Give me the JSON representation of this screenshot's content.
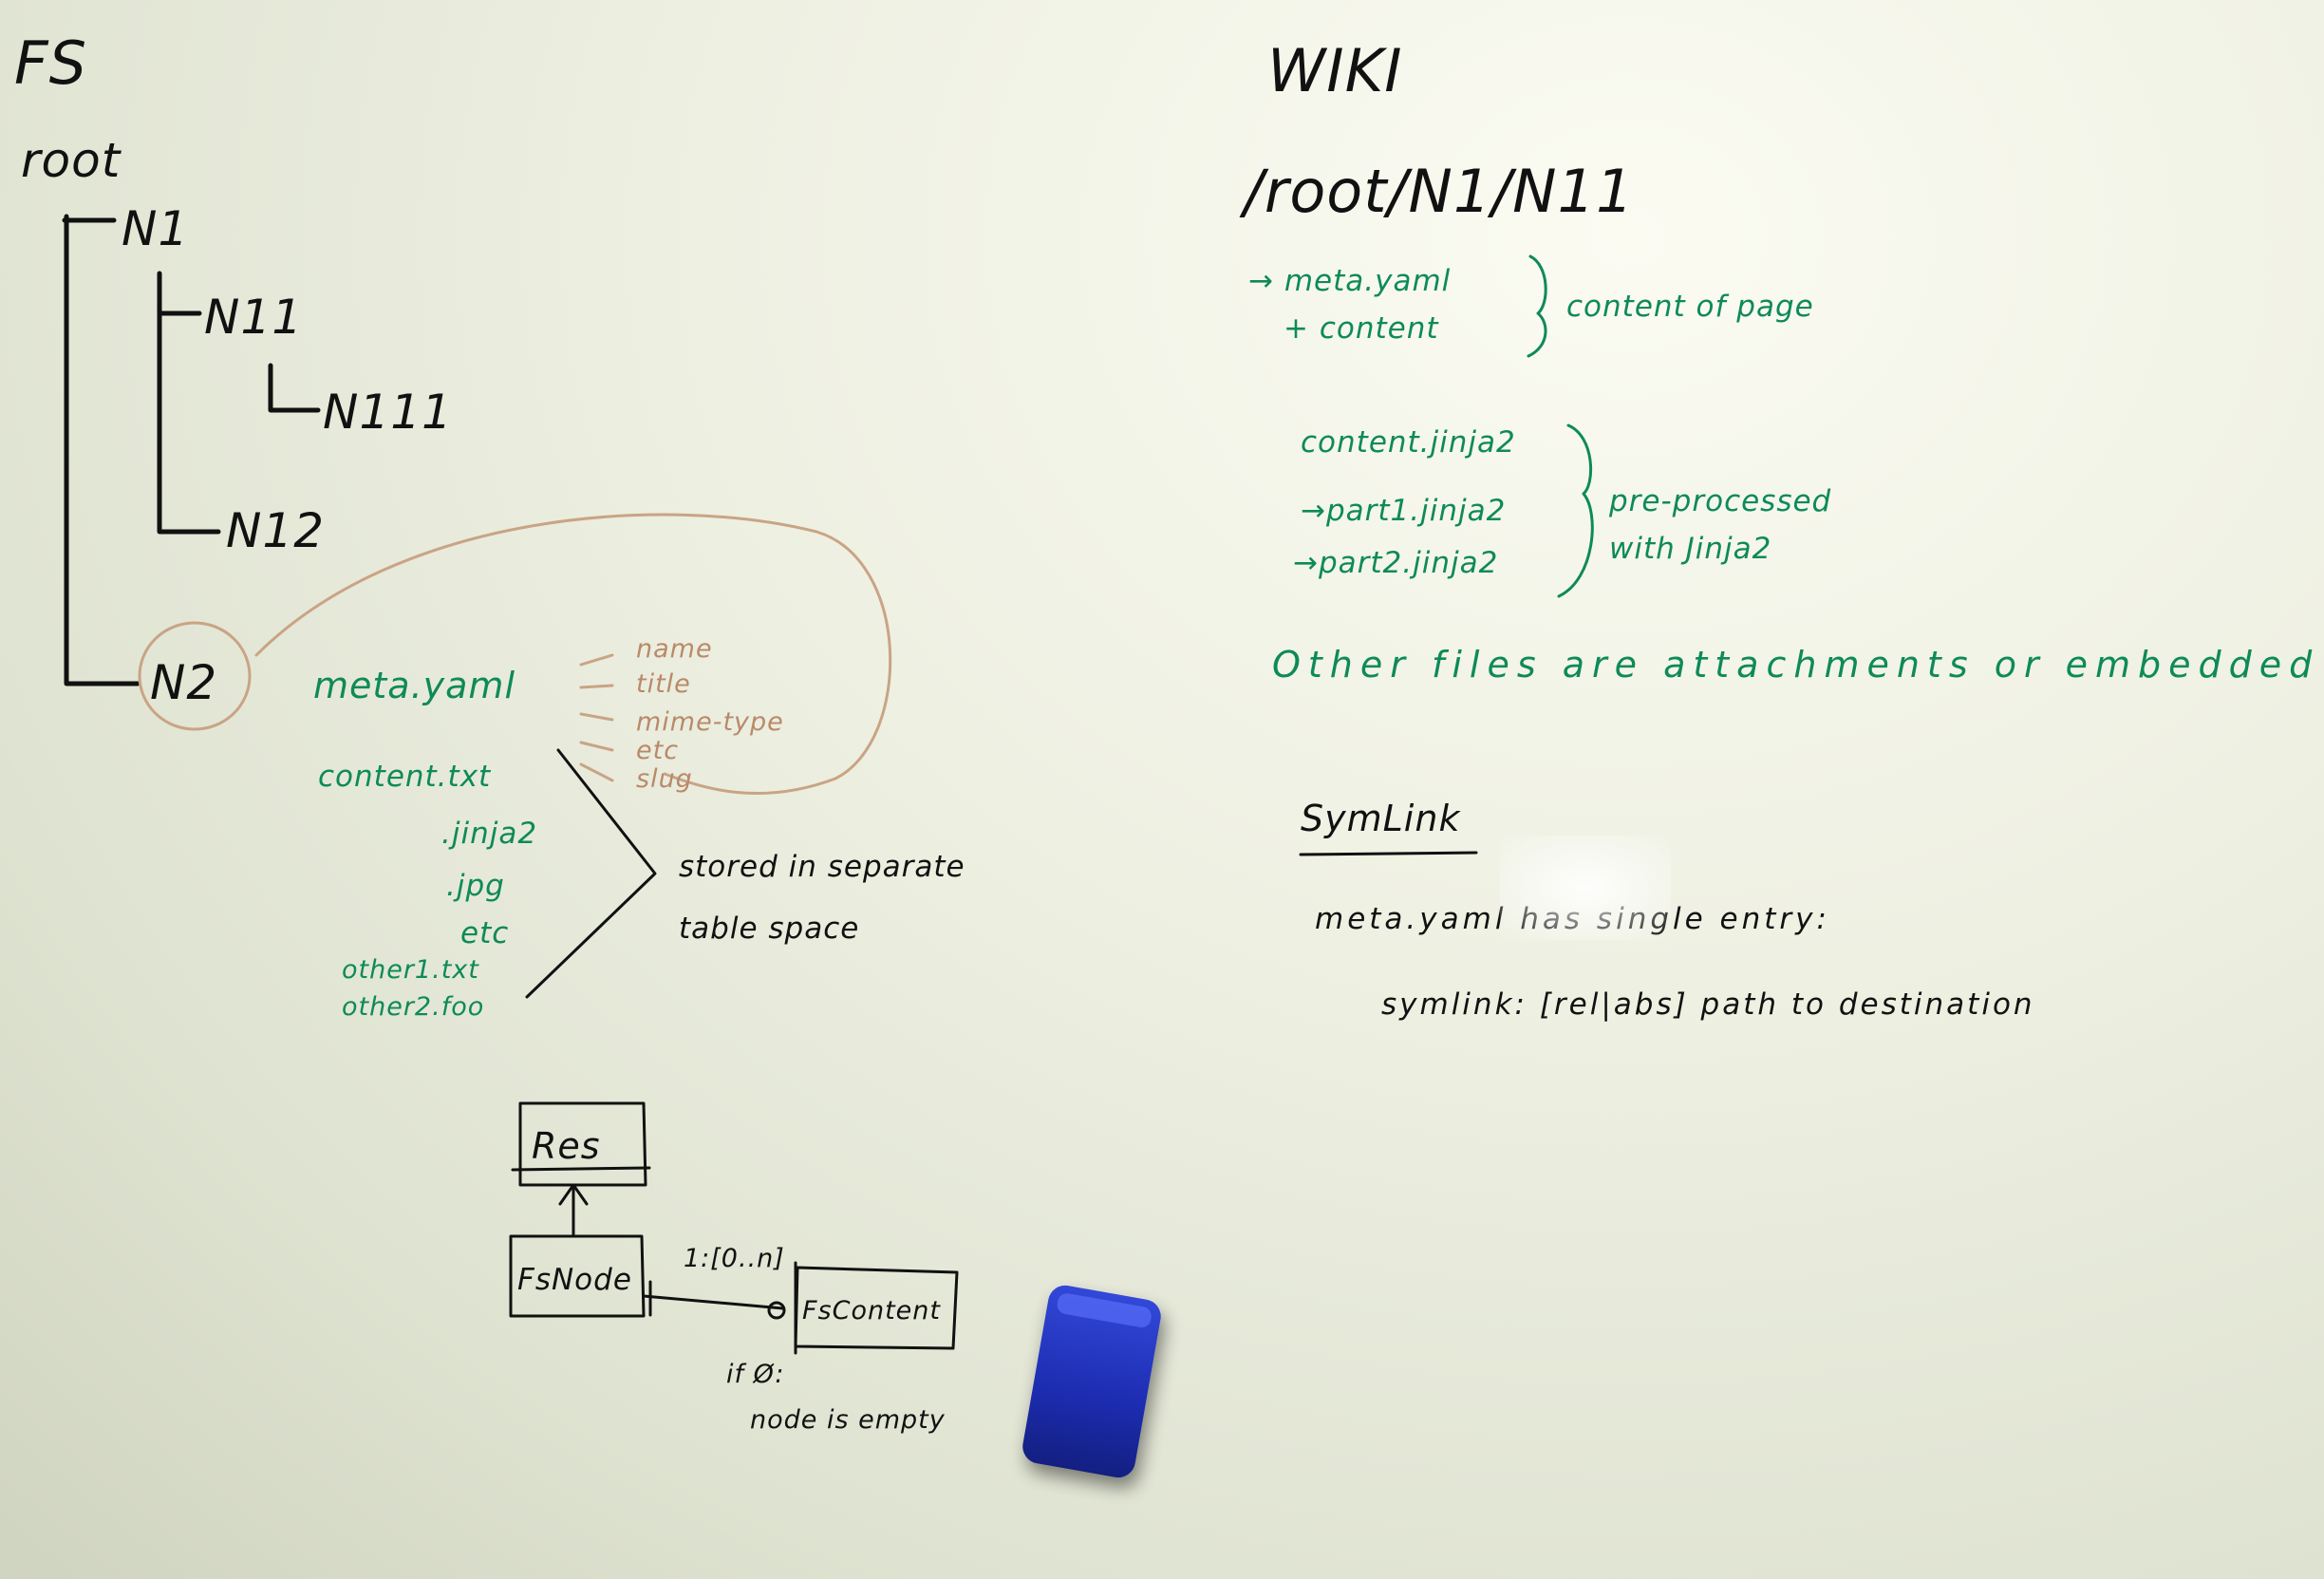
{
  "colors": {
    "board": "#eef0e2",
    "black_marker": "#111111",
    "green_marker": "#0e8a58",
    "brown_marker": "#b98a6a",
    "eraser": "#1c2cb0"
  },
  "fs": {
    "title": "FS",
    "root": "root",
    "n1": "N1",
    "n11": "N11",
    "n111": "N111",
    "n12": "N12",
    "n2": "N2",
    "meta_yaml": "meta.yaml",
    "meta_fields": [
      "name",
      "title",
      "mime-type",
      "etc",
      "slug"
    ],
    "content_files": [
      "content.txt",
      ".jinja2",
      ".jpg",
      "etc"
    ],
    "other_files": [
      "other1.txt",
      "other2.foo"
    ],
    "stored_note_line1": "stored in separate",
    "stored_note_line2": "table space"
  },
  "uml": {
    "res": "Res",
    "fsnode": "FsNode",
    "fscontent": "FsContent",
    "multiplicity": "1:[0..n]",
    "if_empty_line1": "if Ø:",
    "if_empty_line2": "node is empty"
  },
  "wiki": {
    "title": "WIKI",
    "path": "/root/N1/N11",
    "meta_line1": "→ meta.yaml",
    "meta_line2": "+ content",
    "content_of_page": "content of page",
    "jinja_files": [
      "content.jinja2",
      "→part1.jinja2",
      "→part2.jinja2"
    ],
    "preprocessed_line1": "pre-processed",
    "preprocessed_line2": "with Jinja2",
    "other_files_note": "Other files are attachments or embedded media files"
  },
  "symlink": {
    "heading": "SymLink",
    "line1": "meta.yaml has single entry:",
    "line2": "symlink: [rel|abs] path to destination"
  }
}
